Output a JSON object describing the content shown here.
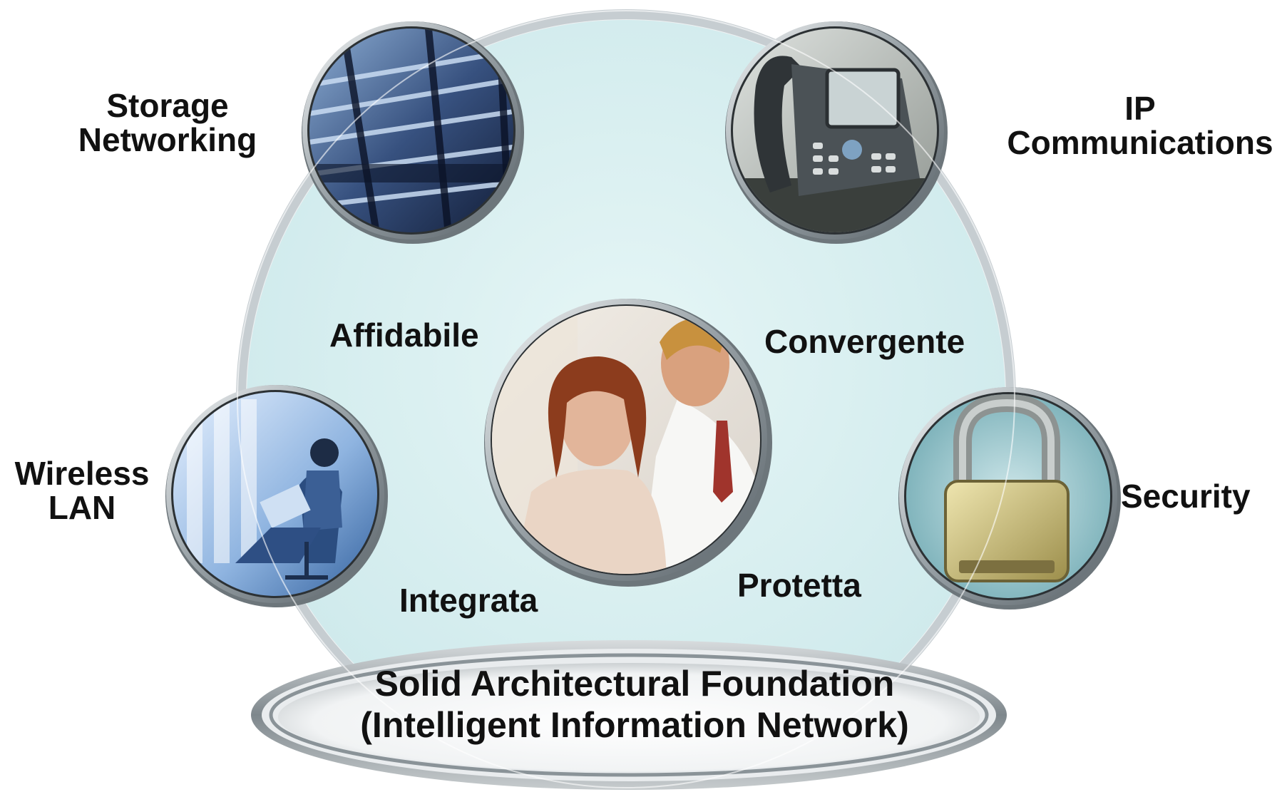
{
  "pillars": {
    "storage": {
      "line1": "Storage",
      "line2": "Networking",
      "icon": "server-rack-photo"
    },
    "ip": {
      "line1": "IP",
      "line2": "Communications",
      "icon": "ip-phone-photo"
    },
    "wireless": {
      "line1": "Wireless",
      "line2": "LAN",
      "icon": "laptop-user-photo"
    },
    "security": {
      "label": "Security",
      "icon": "padlock-photo"
    }
  },
  "qualities": {
    "affidabile": "Affidabile",
    "convergente": "Convergente",
    "integrata": "Integrata",
    "protetta": "Protetta"
  },
  "center": {
    "icon": "people-working-photo"
  },
  "foundation": {
    "line1": "Solid Architectural Foundation",
    "line2": "(Intelligent Information Network)"
  },
  "colors": {
    "circle_fill": "#d6eef0",
    "ring": "#c9d0d4",
    "frame": "#8a9399",
    "text": "#111111"
  }
}
